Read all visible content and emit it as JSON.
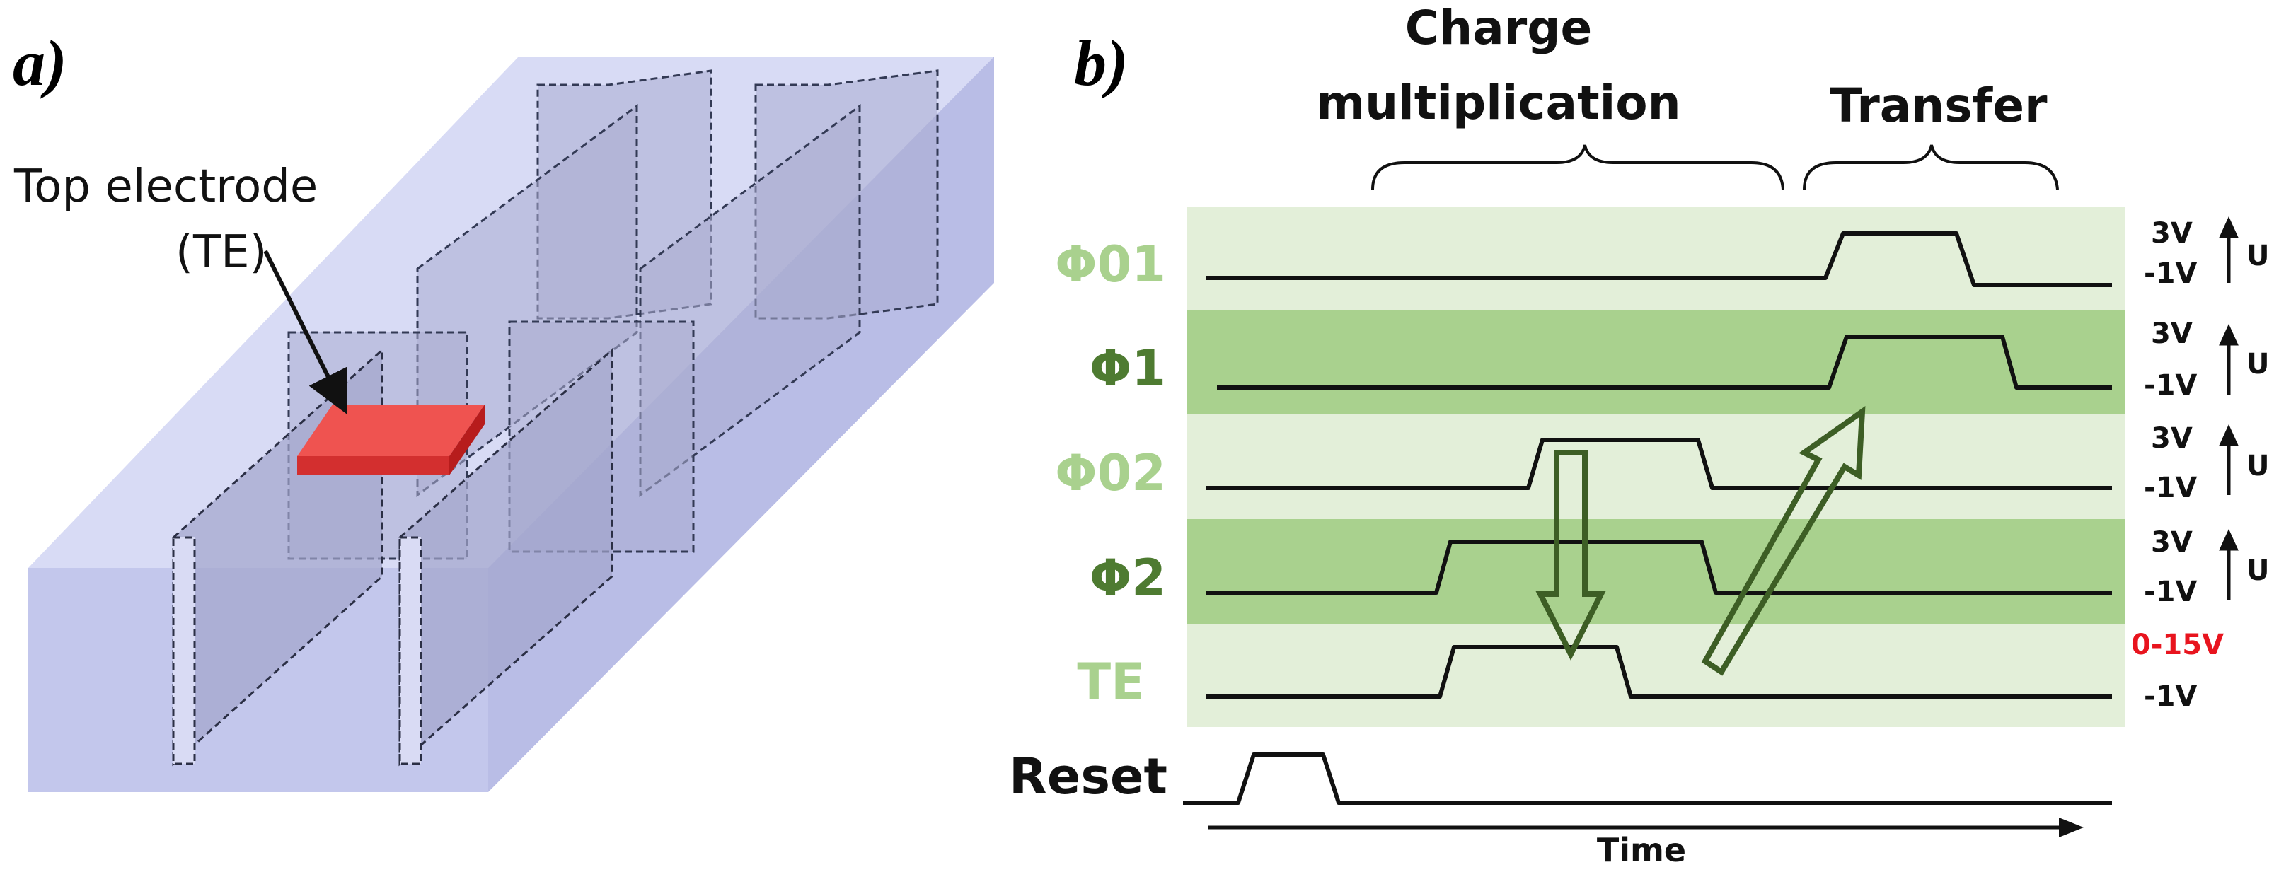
{
  "panel_a": {
    "label": "a)",
    "electrode_label_line1": "Top electrode",
    "electrode_label_line2": "(TE)",
    "colors": {
      "block": "#c5c9ee",
      "electrode": "#e53935"
    }
  },
  "panel_b": {
    "label": "b)",
    "phase_charge_line1": "Charge",
    "phase_charge_line2": "multiplication",
    "phase_transfer": "Transfer",
    "signals": [
      {
        "name": "Φ01",
        "high": "3V",
        "low": "-1V",
        "u": "U",
        "high_color": "#111111"
      },
      {
        "name": "Φ1",
        "high": "3V",
        "low": "-1V",
        "u": "U",
        "high_color": "#111111"
      },
      {
        "name": "Φ02",
        "high": "3V",
        "low": "-1V",
        "u": "U",
        "high_color": "#111111"
      },
      {
        "name": "Φ2",
        "high": "3V",
        "low": "-1V",
        "u": "U",
        "high_color": "#111111"
      },
      {
        "name": "TE",
        "high": "0-15V",
        "low": "-1V",
        "u": "",
        "high_color": "#e8141e"
      }
    ],
    "reset_label": "Reset",
    "time_label": "Time",
    "colors": {
      "light_band": "#e3efd9",
      "dark_band": "#a9d18e",
      "light_text": "#a9d18e",
      "dark_text": "#4e7b31",
      "arrow": "#3d5e25",
      "accent_red": "#e8141e"
    }
  }
}
